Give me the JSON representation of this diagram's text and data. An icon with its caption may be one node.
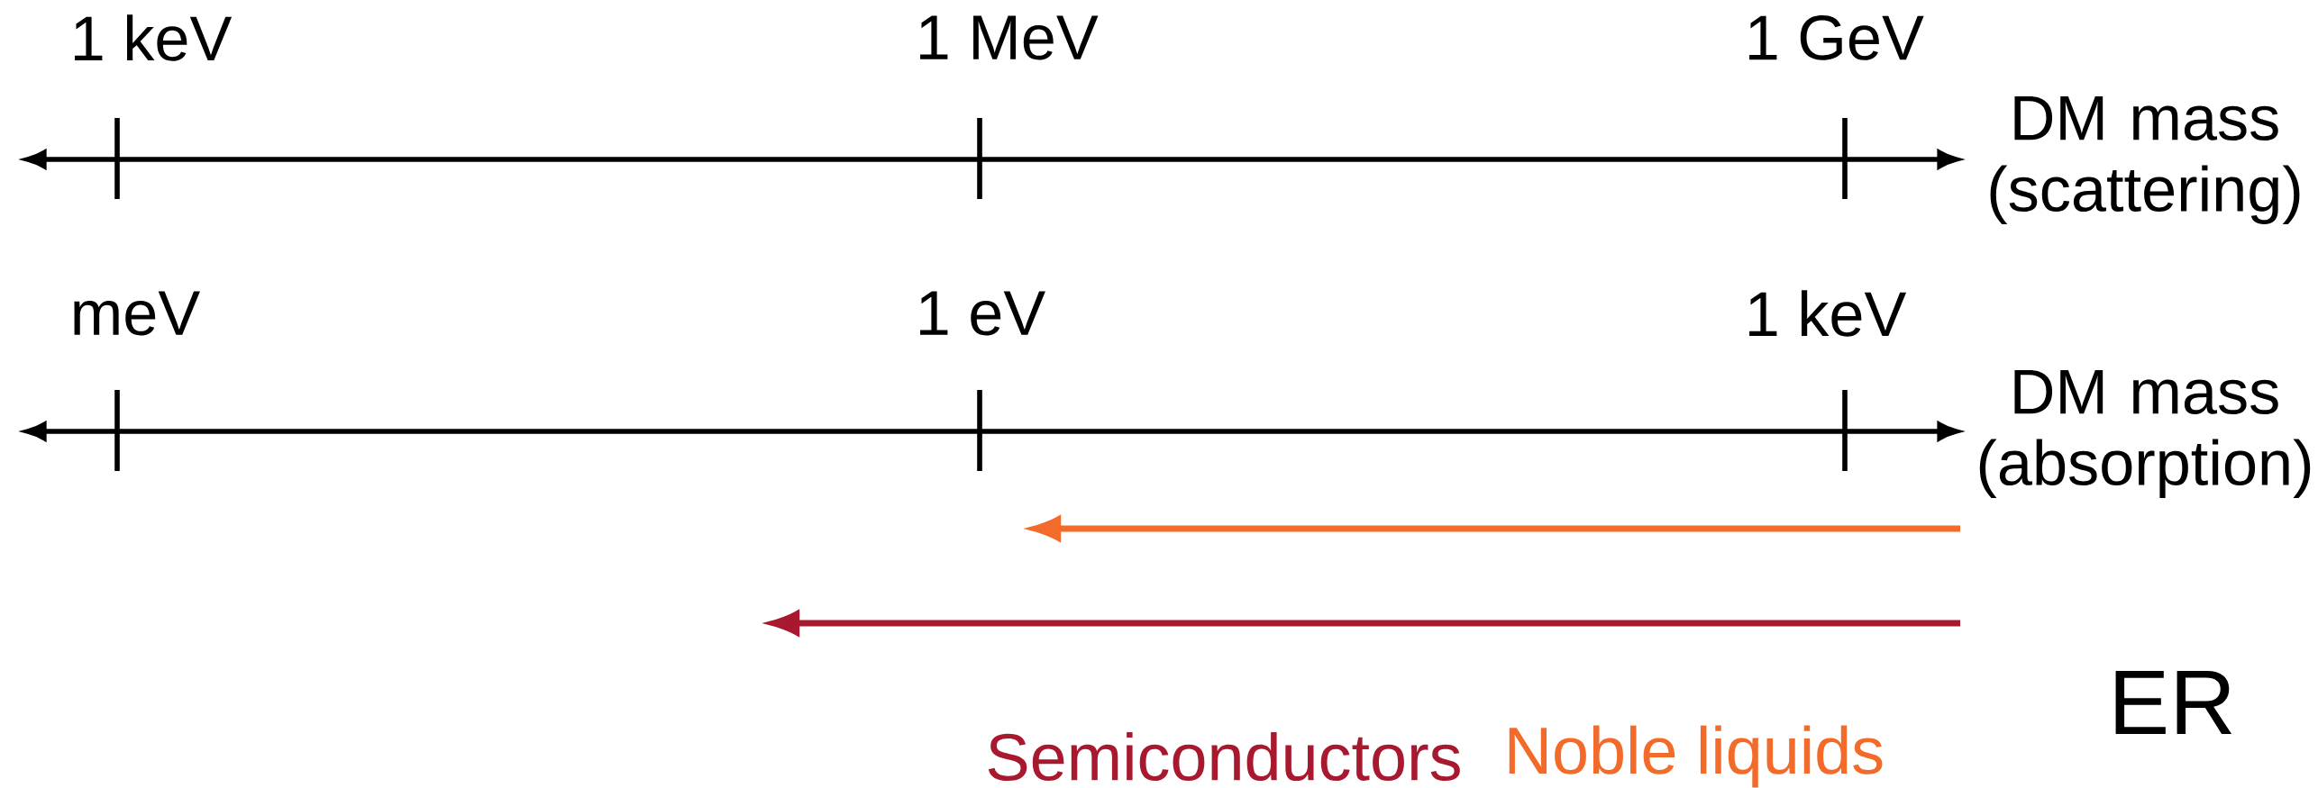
{
  "diagram": {
    "labels": [
      "1 keV",
      "1 MeV",
      "1 GeV",
      "DM mass (scattering)",
      "meV",
      "1 eV",
      "1 keV",
      "DM mass (absorption)",
      "ER"
    ],
    "legend": [
      {
        "text": "Semiconductors",
        "color": "#a8182e"
      },
      {
        "text": "Noble liquids",
        "color": "#f26b2a"
      }
    ]
  }
}
